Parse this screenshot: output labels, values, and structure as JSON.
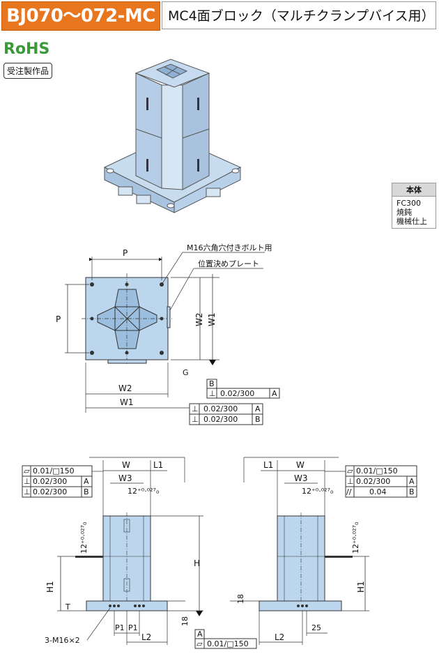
{
  "header": {
    "code": "BJ070～072-MC",
    "title": "MC4面ブロック（マルチクランプバイス用）"
  },
  "badges": {
    "rohs": "RoHS",
    "made_to_order": "受注製作品"
  },
  "material": {
    "heading": "本体",
    "lines": [
      "FC300",
      "焼鈍",
      "機械仕上"
    ]
  },
  "top_view": {
    "p": "P",
    "w2": "W2",
    "w1": "W1",
    "bolt_note": "M16六角穴付きボルト用",
    "plate_note": "位置決めプレート",
    "g": "G",
    "ref_b": "B",
    "ref_a_label": "A",
    "perp_row1": {
      "sym": "⊥",
      "val": "0.02/300",
      "ref": "A"
    },
    "perp_row2": {
      "sym": "⊥",
      "val": "0.02/300",
      "ref": "A"
    },
    "perp_row3": {
      "sym": "⊥",
      "val": "0.02/300",
      "ref": "B"
    }
  },
  "front_view": {
    "w": "W",
    "l1": "L1",
    "w3": "W3",
    "slot": "12⁺⁰·⁰²⁷₀",
    "h": "H",
    "h1": "H1",
    "t": "T",
    "p1a": "P1",
    "p1b": "P1",
    "l2": "L2",
    "d18": "18",
    "thread": "3-M16×2",
    "tol": [
      {
        "sym": "▱",
        "val": "0.01/□150",
        "ref": ""
      },
      {
        "sym": "⊥",
        "val": "0.02/300",
        "ref": "A"
      },
      {
        "sym": "⊥",
        "val": "0.02/300",
        "ref": "B"
      }
    ],
    "ref_a": "A",
    "flat_box": {
      "sym": "▱",
      "val": "0.01/□150"
    }
  },
  "side_view": {
    "w": "W",
    "l1": "L1",
    "w3": "W3",
    "slot": "12⁺⁰·⁰²⁷₀",
    "h1": "H1",
    "d18": "18",
    "l2": "L2",
    "d25": "25",
    "tol": [
      {
        "sym": "▱",
        "val": "0.01/□150",
        "ref": ""
      },
      {
        "sym": "⊥",
        "val": "0.02/300",
        "ref": "A"
      },
      {
        "sym": "//",
        "val": "0.04",
        "ref": "B"
      }
    ]
  }
}
